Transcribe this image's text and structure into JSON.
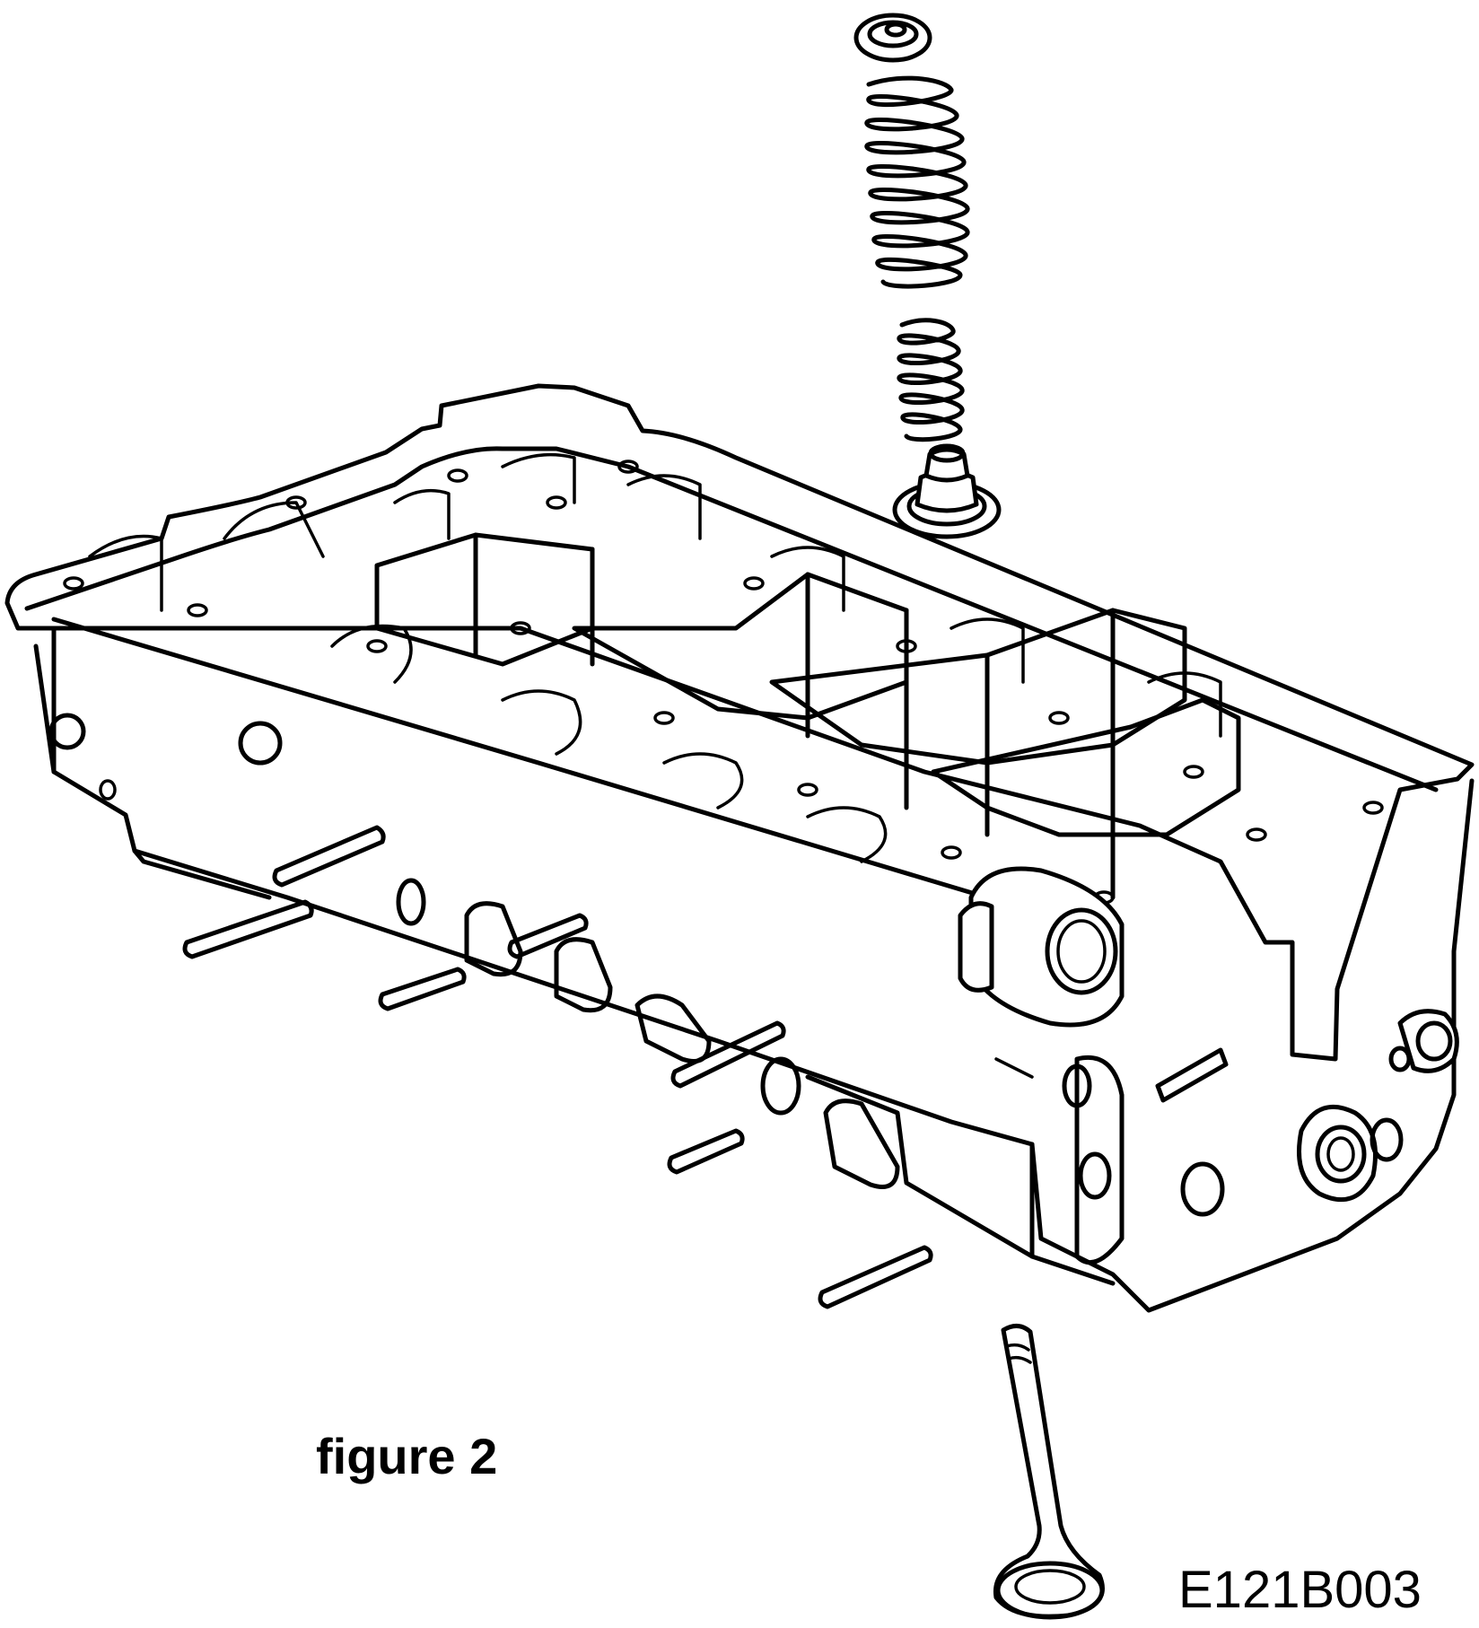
{
  "figure": {
    "caption": "figure 2",
    "reference_code": "E121B003",
    "subject": "cylinder head with valve, valve springs, spring retainer and valve stem seal"
  }
}
